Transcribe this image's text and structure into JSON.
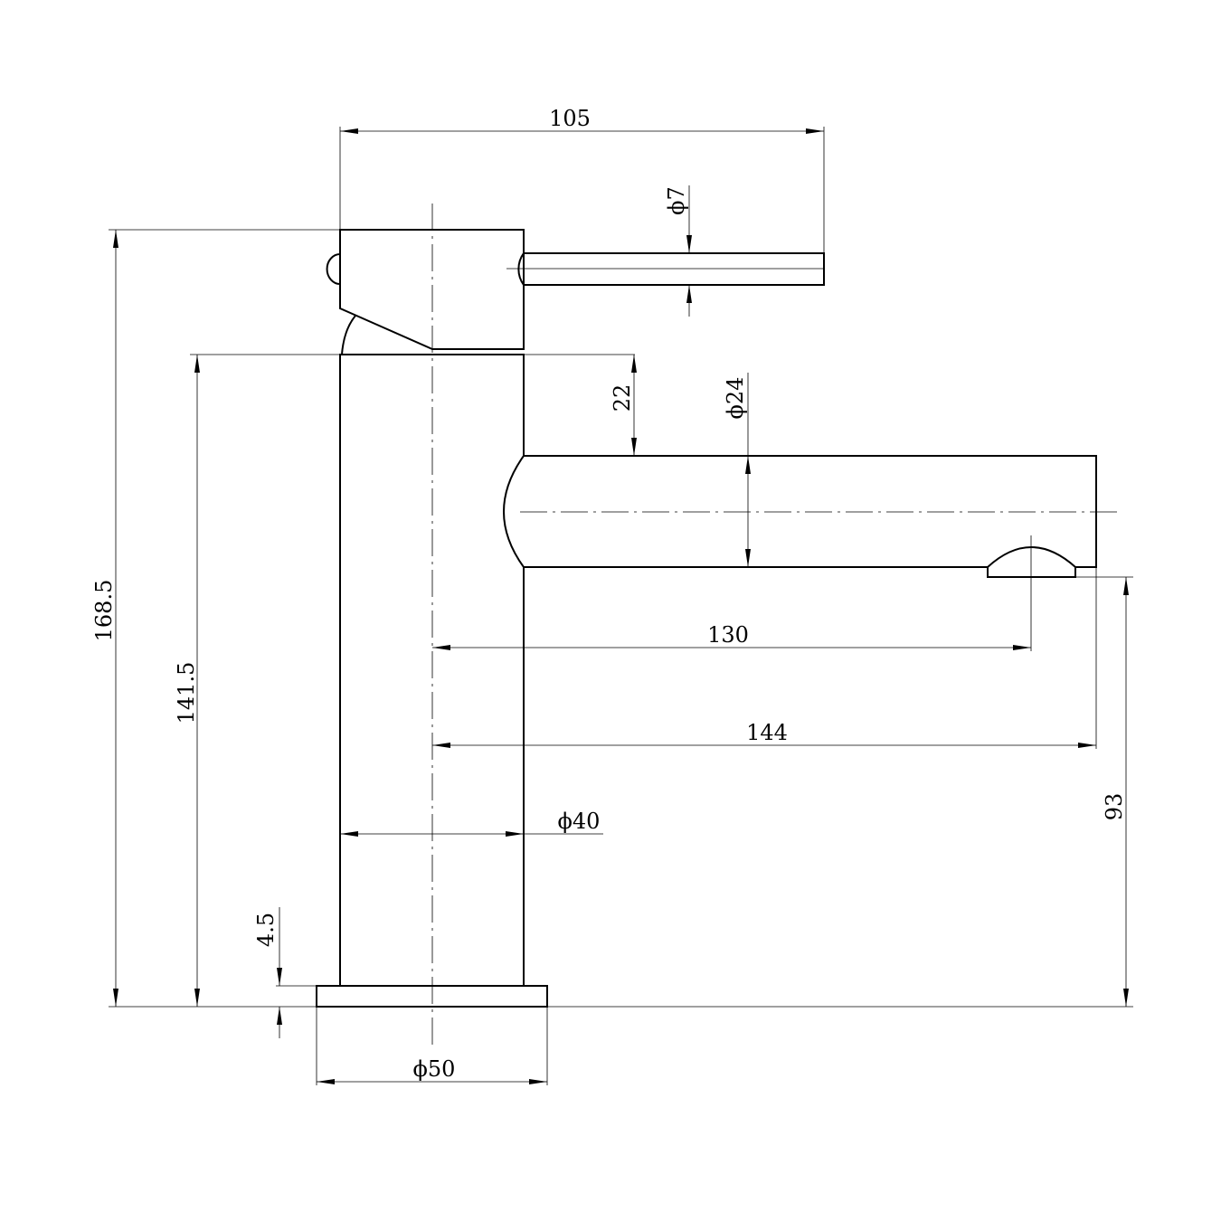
{
  "title": "Basin mixer side elevation",
  "dimensions": {
    "handle_reach": "105",
    "lever_dia": "ϕ7",
    "overall_height": "168.5",
    "body_height": "141.5",
    "spout_offset": "22",
    "spout_dia": "ϕ24",
    "outlet_reach": "130",
    "spout_reach": "144",
    "outlet_height": "93",
    "body_dia": "ϕ40",
    "base_thickness": "4.5",
    "base_dia": "ϕ50"
  }
}
